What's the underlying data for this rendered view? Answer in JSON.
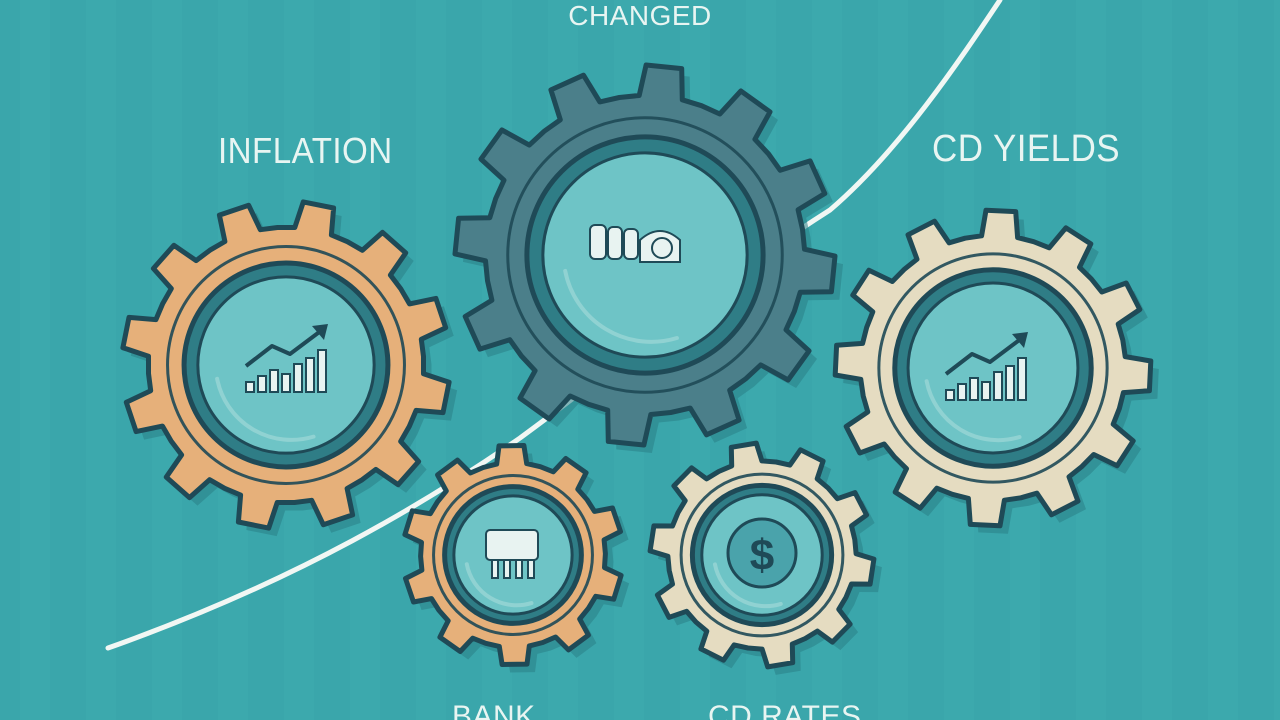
{
  "labels": {
    "title": "CHANGED",
    "inflation": "INFLATION",
    "cd_yields": "CD YIELDS",
    "bank": "BANK",
    "cd_rates": "CD RATES"
  },
  "icons": {
    "inflation_gear": "rising-chart-icon",
    "center_gear": "hands-icon",
    "cd_yields_gear": "rising-chart-icon",
    "bank_gear": "bank-building-icon",
    "cd_rates_gear": "dollar-icon"
  },
  "symbols": {
    "dollar": "$"
  },
  "colors": {
    "background": "#3aa6ab",
    "orange_gear": "#e6b07a",
    "cream_gear": "#e5dcc1",
    "slate_gear": "#4b7f8a",
    "outline": "#1f4a57",
    "inner_face": "#6ec4c6",
    "curve": "#f1f7f4"
  }
}
